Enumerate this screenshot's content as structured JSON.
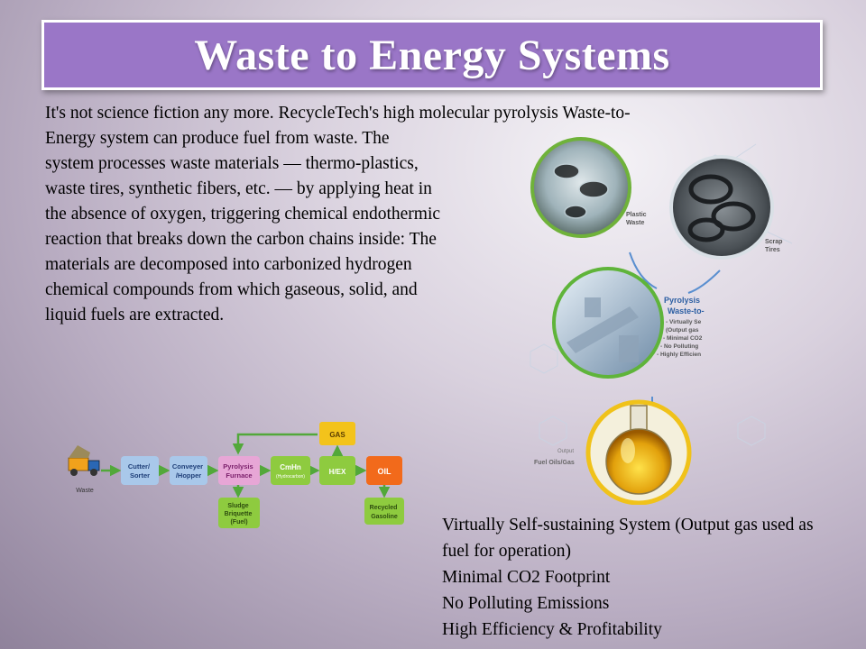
{
  "title": "Waste to Energy Systems",
  "intro": {
    "line1": "It's not science fiction any more. RecycleTech's high molecular pyrolysis Waste-to-",
    "rest": "Energy system can produce fuel from waste. The system processes waste materials — thermo-plastics, waste tires, synthetic fibers, etc. — by applying heat in the absence of oxygen, triggering chemical endothermic reaction that breaks down the carbon chains inside: The materials are decomposed into carbonized hydrogen chemical compounds from which gaseous, solid, and liquid fuels are extracted."
  },
  "bullets": [
    "Virtually Self-sustaining System (Output gas used as fuel for operation)",
    "Minimal CO2 Footprint",
    "No Polluting Emissions",
    "High Efficiency & Profitability"
  ],
  "process_diagram": {
    "waste": "Waste",
    "cutter": [
      "Cutter/",
      "Sorter"
    ],
    "conveyer": [
      "Conveyer",
      "/Hopper"
    ],
    "pyrolysis": [
      "Pyrolysis",
      "Furnace"
    ],
    "cmhn": "CmHn",
    "cmhn_sub": "(Hydrocarbon)",
    "gas": "GAS",
    "hex": "H/EX",
    "oil": "OIL",
    "sludge": [
      "Sludge",
      "Briquette",
      "(Fuel)"
    ],
    "gasoline": [
      "Recycled",
      "Gasoline"
    ]
  },
  "graphic": {
    "plastic": [
      "Plastic",
      "Waste"
    ],
    "tires": [
      "Scrap",
      "Tires"
    ],
    "pyrolysis_title": [
      "Pyrolysis",
      "Waste-to-"
    ],
    "pyrolysis_list": [
      "- Virtually Se",
      "(Output gas",
      "- Minimal CO2",
      "- No Polluting",
      "- Highly Efficien"
    ],
    "output": [
      "Output",
      "Fuel Oils/Gas"
    ]
  },
  "colors": {
    "title_bg": "#9a76c7",
    "blue_box": "#a9c8ea",
    "pink_box": "#e7a6d6",
    "green_box": "#8ecb3f",
    "yellow_box": "#f3c31b",
    "orange_box": "#f26a1b",
    "arrow": "#52a83a"
  }
}
